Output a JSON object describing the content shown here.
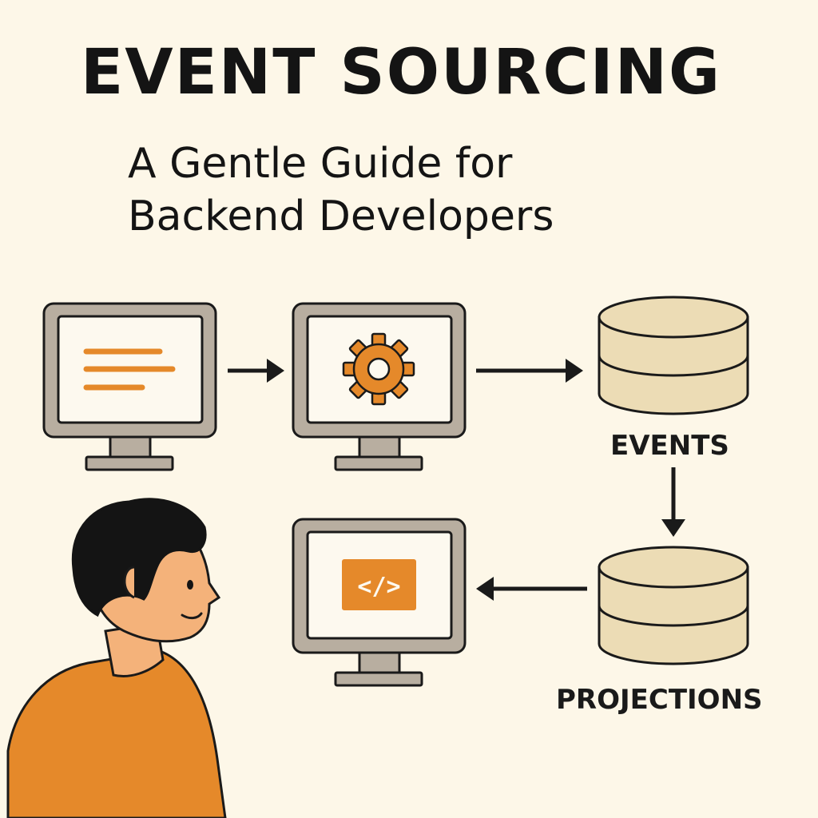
{
  "title": "EVENT SOURCING",
  "subtitle": {
    "line1": "A Gentle Guide for",
    "line2": "Backend Developers"
  },
  "labels": {
    "events": "EVENTS",
    "projections": "PROJECTIONS"
  },
  "code_glyph": "</>",
  "colors": {
    "background": "#fdf7e8",
    "accent": "#e5892a",
    "monitor_frame": "#b8aea0",
    "database": "#ecdcb5",
    "ink": "#141414"
  },
  "icons": [
    "monitor-icon",
    "document-lines-icon",
    "gear-icon",
    "code-icon",
    "database-icon",
    "arrow-icon",
    "person-illustration"
  ]
}
